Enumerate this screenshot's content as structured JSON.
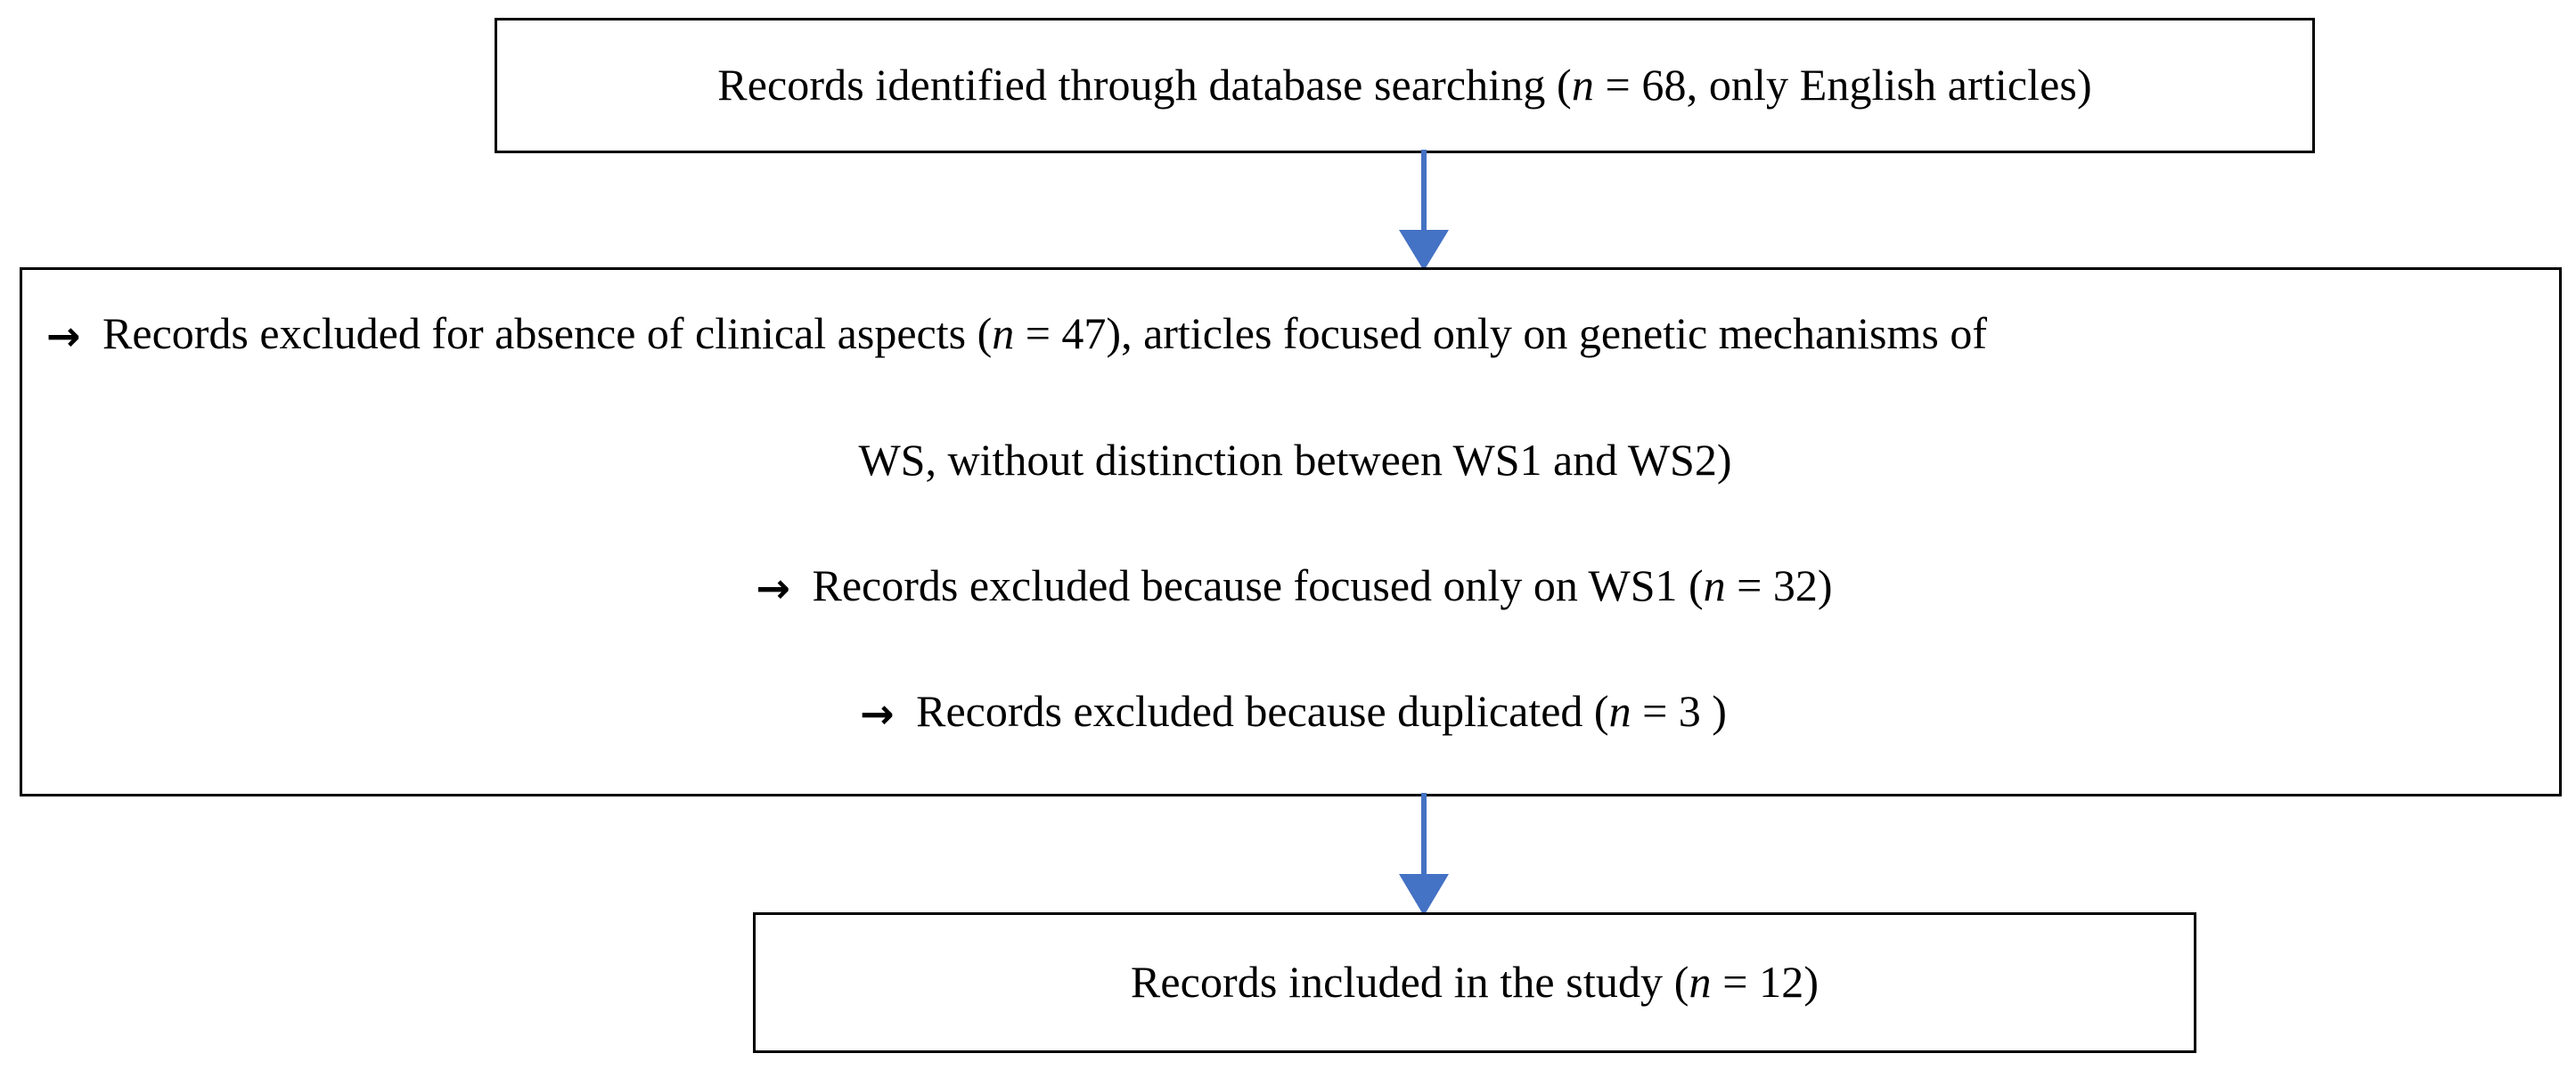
{
  "diagram": {
    "title": "PRISMA record selection flow",
    "accent_color": "#4472C4",
    "border_color": "#000000",
    "background_color": "#FFFFFF",
    "arrow_bullet_glyph": "→"
  },
  "boxes": {
    "identified": {
      "name": "Records identified through database searching",
      "text_prefix": "Records identified through database searching (",
      "n_symbol": "n",
      "text_middle": " = 68, only English articles)",
      "n_value": 68,
      "full_text": "Records identified through database searching (n = 68, only English articles)"
    },
    "excluded": {
      "lines": [
        {
          "bullet": "→",
          "text_prefix": " Records excluded for absence of clinical  aspects (",
          "n_symbol": "n",
          "text_suffix": " = 47), articles  focused only on genetic mechanisms  of",
          "n_value": 47,
          "full_text": "→ Records excluded for absence of clinical  aspects (n = 47), articles  focused only on genetic mechanisms  of"
        },
        {
          "bullet": "",
          "text_prefix": "WS, without distinction between WS1 and WS2)",
          "n_symbol": "",
          "text_suffix": "",
          "n_value": null,
          "full_text": "WS, without distinction between WS1 and WS2)"
        },
        {
          "bullet": "→",
          "text_prefix": " Records excluded because focused only  on WS1 (",
          "n_symbol": "n",
          "text_suffix": " = 32)",
          "n_value": 32,
          "full_text": "→ Records excluded because focused only  on WS1 (n = 32)"
        },
        {
          "bullet": "→",
          "text_prefix": " Records excluded because duplicated (",
          "n_symbol": "n",
          "text_suffix": " = 3 )",
          "n_value": 3,
          "full_text": "→ Records excluded because duplicated (n = 3 )"
        }
      ]
    },
    "included": {
      "name": "Records included in the study",
      "text_prefix": "Records included in the study (",
      "n_symbol": "n",
      "text_middle": " = 12)",
      "n_value": 12,
      "full_text": "Records included in the study (n = 12)"
    }
  },
  "connectors": [
    {
      "label": "arrow-identified-to-excluded",
      "direction": "down",
      "color": "#4472C4"
    },
    {
      "label": "arrow-excluded-to-included",
      "direction": "down",
      "color": "#4472C4"
    }
  ]
}
